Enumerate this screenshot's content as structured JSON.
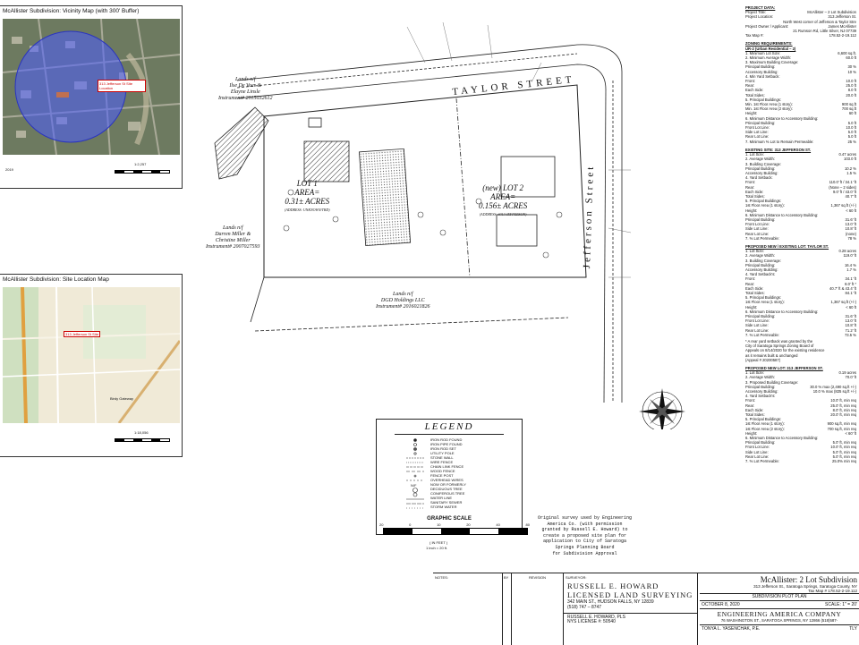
{
  "vicinity": {
    "title": "McAllister Subdivision: Vicinity Map (with 300' Buffer)",
    "callout": "313 Jefferson St Site Location",
    "scale": "1:2,257",
    "year": "2019"
  },
  "location_map": {
    "title": "McAllister Subdivision: Site Location Map",
    "callout": "313 Jefferson St Site",
    "scale": "1:18,056",
    "road_label": "Birdy Gateway"
  },
  "plan": {
    "street_taylor": "Taylor Street",
    "street_jefferson": "Jefferson Street",
    "lot1_label": "LOT 1",
    "lot1_area": "AREA=",
    "lot1_acres": "0.31± ACRES",
    "lot1_address": "(ADDRESS: UNKNOWN/TBD)",
    "lot2_label": "(new) LOT 2",
    "lot2_area": "AREA=",
    "lot2_acres": "0.156± ACRES",
    "lot2_address": "(ADDRESS: #313 JEFFERSON)",
    "owner_devoer": [
      "Lands n/f",
      "Ilse De Voer &",
      "Elayne Linsle",
      "Instrument# 2015032612"
    ],
    "owner_miller": [
      "Lands n/f",
      "Darren Miller &",
      "Christine Miller",
      "Instrument# 2007027593"
    ],
    "owner_dgd": [
      "Lands n/f",
      "DGD Holdings LLC",
      "Instrument# 2016021826"
    ]
  },
  "survey_note": [
    "Original survey used by Engineering",
    "America Co. (with permission",
    "granted by Russell E. Howard) to",
    "create a proposed site plan for",
    "application to City of Saratoga",
    "Springs Planning Board",
    "for Subdivision Approval"
  ],
  "legend": {
    "title": "LEGEND",
    "items": [
      "IRON ROD FOUND",
      "IRON PIPE FOUND",
      "IRON ROD SET",
      "UTILITY POLE",
      "STONE WALL",
      "WIRE FENCE",
      "CHAIN LINK FENCE",
      "WOOD FENCE",
      "FENCE POST",
      "OVERHEAD WIRES",
      "NOW OR FORMERLY",
      "DECIDUOUS TREE",
      "CONIFEROUS TREE",
      "WATER LINE",
      "SANITARY SEWER",
      "STORM WATER"
    ],
    "scale_title": "GRAPHIC SCALE",
    "scale_ticks": [
      "20",
      "0",
      "10",
      "20",
      "40",
      "80"
    ],
    "scale_unit": "( IN FEET )",
    "scale_ratio": "1 inch = 20 ft."
  },
  "project_data": {
    "heading": "PROJECT DATA:",
    "rows": [
      [
        "Project Title:",
        "McAllister – 2 Lot Subdivision"
      ],
      [
        "Project Location:",
        "313 Jefferson St."
      ],
      [
        "",
        "North West corner of Jefferson & Taylor Stre"
      ],
      [
        "Project Owner / Applicant:",
        "James McAllister"
      ],
      [
        "",
        "21 Rumson Rd, Little Silver, NJ 07739"
      ],
      [
        "Tax Map #:",
        "178.52-2-19.112"
      ]
    ]
  },
  "zoning": {
    "heading": "ZONING REQUIREMENTS:",
    "sub": "UR-2 (Urban Residential – 2)",
    "rows": [
      [
        "1. Minimum Lot Size:",
        "6,600 sq.ft."
      ],
      [
        "2. Minimum Average Width:",
        "60.0 ft"
      ],
      [
        "3. Maximum Building Coverage:",
        ""
      ],
      [
        "   Principal Building:",
        "30 %"
      ],
      [
        "   Accessory Building:",
        "10 %"
      ],
      [
        "4. Min Yard Setback:",
        ""
      ],
      [
        "   Front:",
        "10.0 ft"
      ],
      [
        "   Rear:",
        "25.0 ft"
      ],
      [
        "   Each Side:",
        "8.0 ft"
      ],
      [
        "   Total Sides:",
        "20.0 ft"
      ],
      [
        "5. Principal Buildings:",
        ""
      ],
      [
        "   Min. 1st Floor Area (1 story):",
        "900 sq.ft"
      ],
      [
        "   Min. 1st Floor Area (2 story):",
        "700 sq.ft"
      ],
      [
        "   Height:",
        "60 ft"
      ],
      [
        "6. Minimum Distance to Accessory Building:",
        ""
      ],
      [
        "   Principal Building:",
        "5.0 ft"
      ],
      [
        "   Front Lot Line:",
        "10.0 ft"
      ],
      [
        "   Side Lot Line:",
        "5.0 ft"
      ],
      [
        "   Rear Lot Line:",
        "5.0 ft"
      ],
      [
        "7. Minimum % Lot to Remain Permeable:",
        "25 %"
      ]
    ]
  },
  "existing": {
    "heading": "EXISTING SITE: 313 JEFFERSON ST.",
    "rows": [
      [
        "1. Lot Size:",
        "0.47 acres"
      ],
      [
        "2. Average Width:",
        "103.0 ft"
      ],
      [
        "3. Building Coverage:",
        ""
      ],
      [
        "   Principal Building:",
        "10.2 %"
      ],
      [
        "   Accessory Building:",
        "1.5 %"
      ],
      [
        "4. Yard Setback:",
        ""
      ],
      [
        "   Front:",
        "110.0' ft / 34.1' ft"
      ],
      [
        "   Rear:",
        "(None – 2 sides)"
      ],
      [
        "   Each Side:",
        "9.0' ft / 43.0' ft"
      ],
      [
        "   Total Sides:",
        "40.7' ft"
      ],
      [
        "5. Principal Buildings:",
        ""
      ],
      [
        "   1st Floor Area (1 story):",
        "1,367 sq.ft (+/-)"
      ],
      [
        "   Height:",
        "< 60 ft"
      ],
      [
        "6. Minimum Distance to Accessory Building:",
        ""
      ],
      [
        "   Principal Building:",
        "31.6' ft"
      ],
      [
        "   Front Lot Line:",
        "13.0' ft"
      ],
      [
        "   Side Lot Line:",
        "10.8' ft"
      ],
      [
        "   Rear Lot Line:",
        "(none)"
      ],
      [
        "7. % Lot Permeable:",
        "78 %"
      ]
    ]
  },
  "proposed_existing": {
    "heading": "PROPOSED NEW / EXISTING LOT: TAYLOR ST.",
    "rows": [
      [
        "1. Lot Size:",
        "0.28 acres"
      ],
      [
        "2. Average Width:",
        "119.0' ft"
      ],
      [
        "3. Building Coverage:",
        ""
      ],
      [
        "   Principal Building:",
        "16.4 %"
      ],
      [
        "   Accessory Building:",
        "1.7 %"
      ],
      [
        "4. Yard Setback's:",
        ""
      ],
      [
        "   Front:",
        "34.1' ft"
      ],
      [
        "   Rear:",
        "8.0' ft *"
      ],
      [
        "   Each Side:",
        "40.7' ft & 43.4' ft"
      ],
      [
        "   Total Sides:",
        "84.1' ft"
      ],
      [
        "5. Principal Buildings:",
        ""
      ],
      [
        "   1st Floor Area (1 story):",
        "1,367 sq.ft (+/-)"
      ],
      [
        "   Height:",
        "< 60 ft"
      ],
      [
        "6. Minimum Distance to Accessory Building:",
        ""
      ],
      [
        "   Principal Building:",
        "31.6' ft"
      ],
      [
        "   Front Lot Line:",
        "13.0' ft"
      ],
      [
        "   Side Lot Line:",
        "10.8' ft"
      ],
      [
        "   Rear Lot Line:",
        "71.2' ft"
      ],
      [
        "7. % Lot Permeable:",
        "73.5 %"
      ]
    ],
    "note": [
      "* A rear yard setback was granted by the",
      "City of Saratoga Springs Zoning Board of",
      "Appeals on 8/14/2020 for the existing residence",
      "as it remains built & unchanged",
      "(Appeal # 20200587)"
    ]
  },
  "proposed_new": {
    "heading": "PROPOSED NEW LOT: 313 JEFFERSON ST.",
    "rows": [
      [
        "1. Lot Size:",
        "0.19 acres"
      ],
      [
        "2. Average Width:",
        "70.0' ft"
      ],
      [
        "3. Proposed Building Coverage:",
        ""
      ],
      [
        "   Principal Building:",
        "30.0 % max (2,490 sq.ft +/-)"
      ],
      [
        "   Accessory Building:",
        "10.0 % max (825 sq.ft +/-)"
      ],
      [
        "4. Yard Setback's:",
        ""
      ],
      [
        "   Front:",
        "10.0' ft, min req"
      ],
      [
        "   Rear:",
        "25.0' ft, min req"
      ],
      [
        "   Each Side:",
        "8.0' ft, min req"
      ],
      [
        "   Total Sides:",
        "20.0' ft, min req"
      ],
      [
        "5. Principal Buildings:",
        ""
      ],
      [
        "   1st Floor Area (1 story):",
        "900 sq.ft, min req"
      ],
      [
        "   1st Floor Area (2 story):",
        "700 sq.ft, min req"
      ],
      [
        "   Height:",
        "< 60' ft"
      ],
      [
        "6. Minimum Distance to Accessory Building:",
        ""
      ],
      [
        "   Principal Building:",
        "5.0' ft, min req"
      ],
      [
        "   Front Lot Line:",
        "10.0' ft, min req"
      ],
      [
        "   Side Lot Line:",
        "5.0' ft, min req"
      ],
      [
        "   Rear Lot Line:",
        "5.0' ft, min req"
      ],
      [
        "7. % Lot Permeable:",
        "25.0% min req"
      ]
    ]
  },
  "title_block": {
    "notes_label": "NOTES:",
    "by_label": "BY",
    "revision_label": "REVISION",
    "surveyor_label": "SURVEYOR:",
    "surveyor_name": "RUSSELL E. HOWARD",
    "surveyor_firm": "LICENSED LAND SURVEYING",
    "surveyor_address": "342 MAIN ST., HUDSON FALLS, NY 12839",
    "surveyor_phone": "(518) 747 – 8747",
    "pls_name": "RUSSELL E. HOWARD, PLS",
    "pls_license": "NYS LICENSE #: 50540",
    "project_title": "McAllister: 2 Lot Subdivision",
    "project_address": "313 Jefferson St., Saratoga Springs, Saratoga County, NY",
    "tax_map": "Tax Map # 178.52-2-19.112",
    "sheet_title": "SUBDIVISION PLOT PLAN",
    "date": "OCTOBER 8, 2020",
    "scale": "SCALE: 1\" = 20'",
    "firm": "ENGINEERING AMERICA COMPANY",
    "firm_address": "76 WASHINGTON ST., SARATOGA SPRINGS, NY 12866 (518)587-",
    "engineer": "TONYA L. YASENCHAK, P.E.",
    "initials": "TLY"
  }
}
